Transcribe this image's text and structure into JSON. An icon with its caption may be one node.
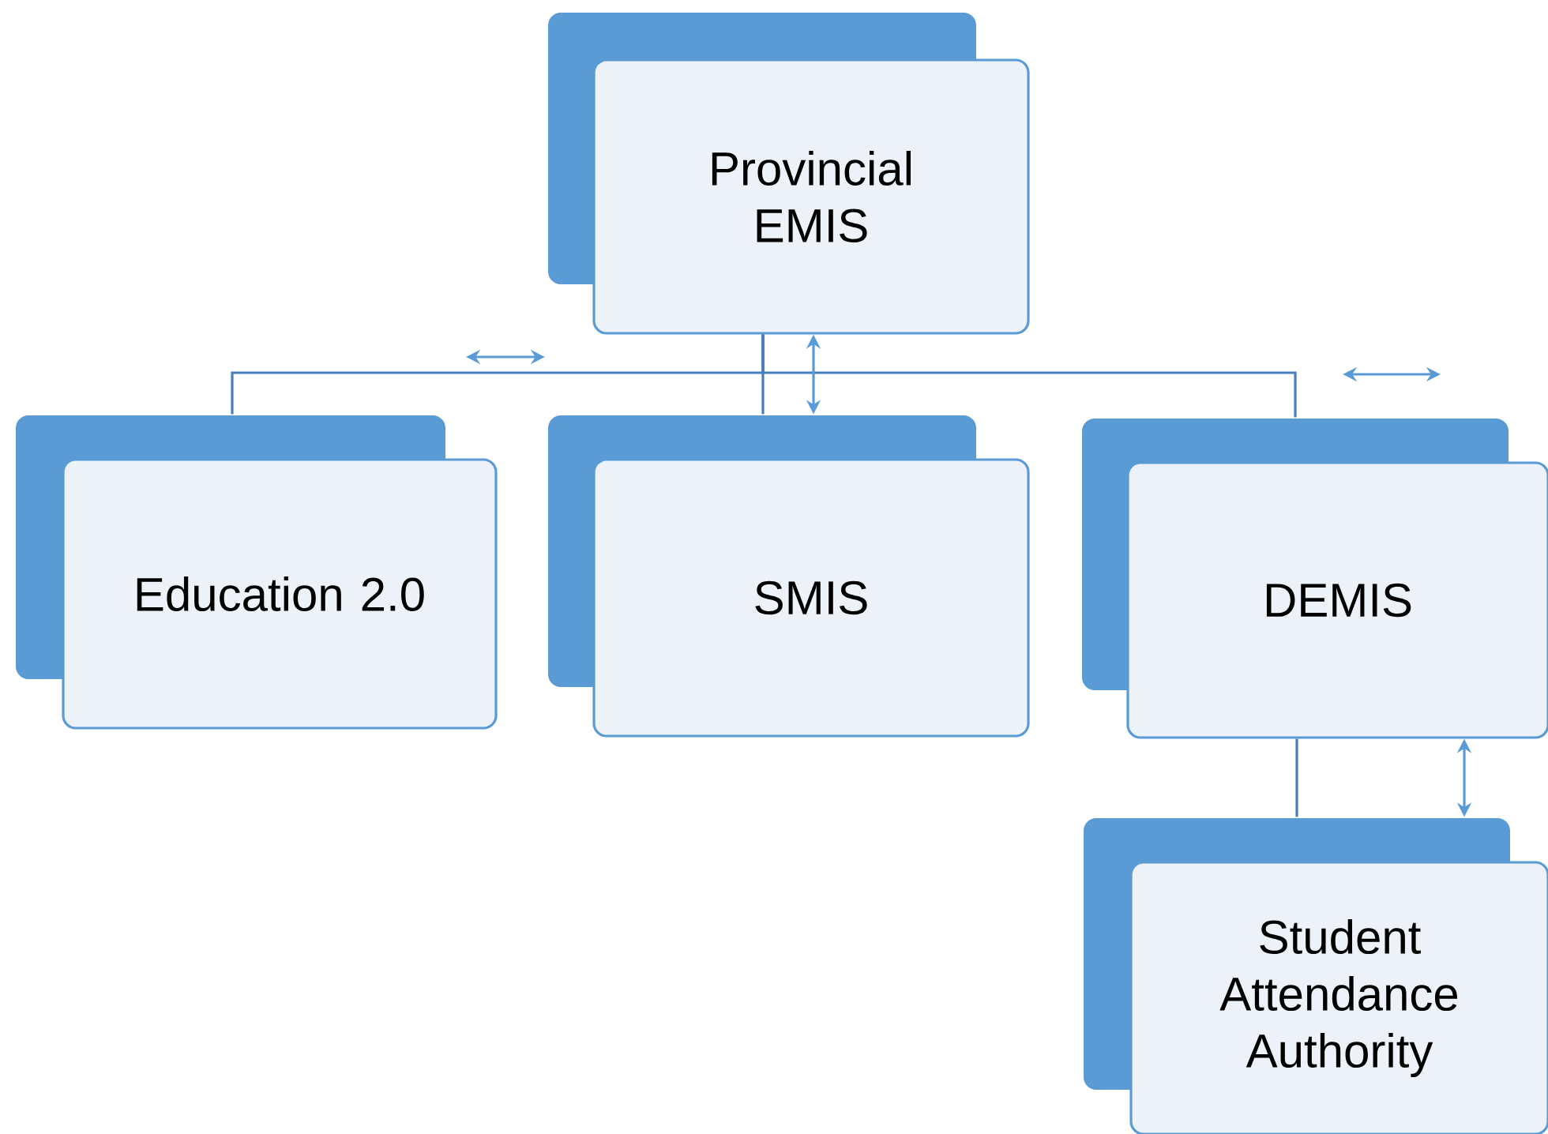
{
  "diagram": {
    "nodes": [
      {
        "text": [
          "Provincial EMIS"
        ]
      },
      {
        "text": [
          "Education 2.0"
        ]
      },
      {
        "text": [
          "SMIS"
        ]
      },
      {
        "text": [
          "DEMIS"
        ]
      },
      {
        "text": [
          "Student Attendance Authority"
        ]
      }
    ],
    "edges": [
      {
        "from": 0,
        "to": 1,
        "arrow": "none"
      },
      {
        "from": 0,
        "to": 2,
        "arrow": "none"
      },
      {
        "from": 0,
        "to": 3,
        "arrow": "none"
      },
      {
        "from": 0,
        "to": 2,
        "arrow": "both",
        "color": "#5b9bd5"
      },
      {
        "from": 3,
        "to": 4,
        "arrow": "none"
      },
      {
        "from": 3,
        "to": 4,
        "arrow": "both",
        "color": "#5b9bd5"
      }
    ]
  }
}
